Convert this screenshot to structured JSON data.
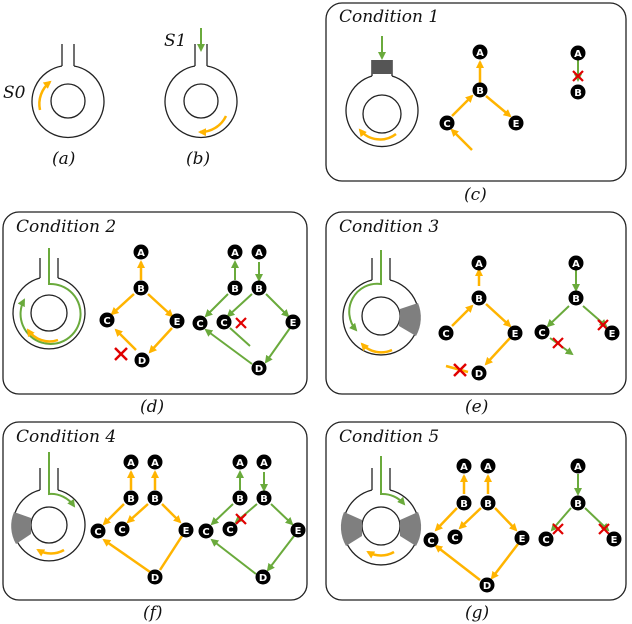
{
  "colors": {
    "yellow": "#FFB400",
    "green": "#6AAA3C",
    "red": "#E00000",
    "node": "#000000",
    "gray": "#7F7F7F",
    "line": "#222222"
  },
  "labels": {
    "s0": "S0",
    "s1": "S1",
    "a": "(a)",
    "b": "(b)",
    "c": "(c)",
    "d": "(d)",
    "e": "(e)",
    "f": "(f)",
    "g": "(g)"
  },
  "conditions": {
    "c1": "Condition 1",
    "c2": "Condition 2",
    "c3": "Condition 3",
    "c4": "Condition 4",
    "c5": "Condition 5"
  },
  "nodes": {
    "a": "A",
    "b": "B",
    "c": "C",
    "d": "D",
    "e": "E"
  }
}
